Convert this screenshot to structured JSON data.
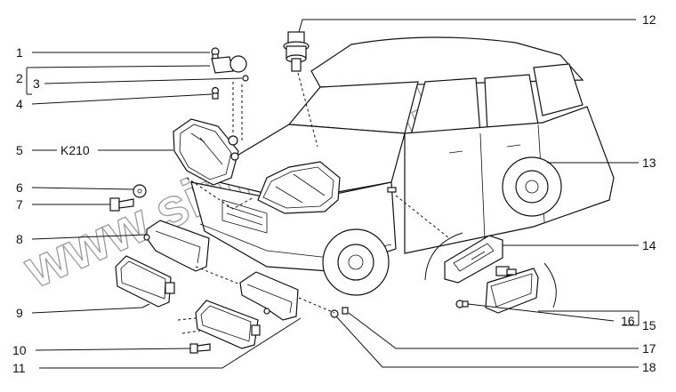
{
  "watermark": "www.sinfrantoq.kz",
  "callouts": {
    "c1": "1",
    "c2": "2",
    "c3": "3",
    "c4": "4",
    "c5": "5",
    "c5code": "K210",
    "c6": "6",
    "c7": "7",
    "c8": "8",
    "c9": "9",
    "c10": "10",
    "c11": "11",
    "c12": "12",
    "c13": "13",
    "c14": "14",
    "c15": "15",
    "c16": "16",
    "c17": "17",
    "c18": "18"
  }
}
